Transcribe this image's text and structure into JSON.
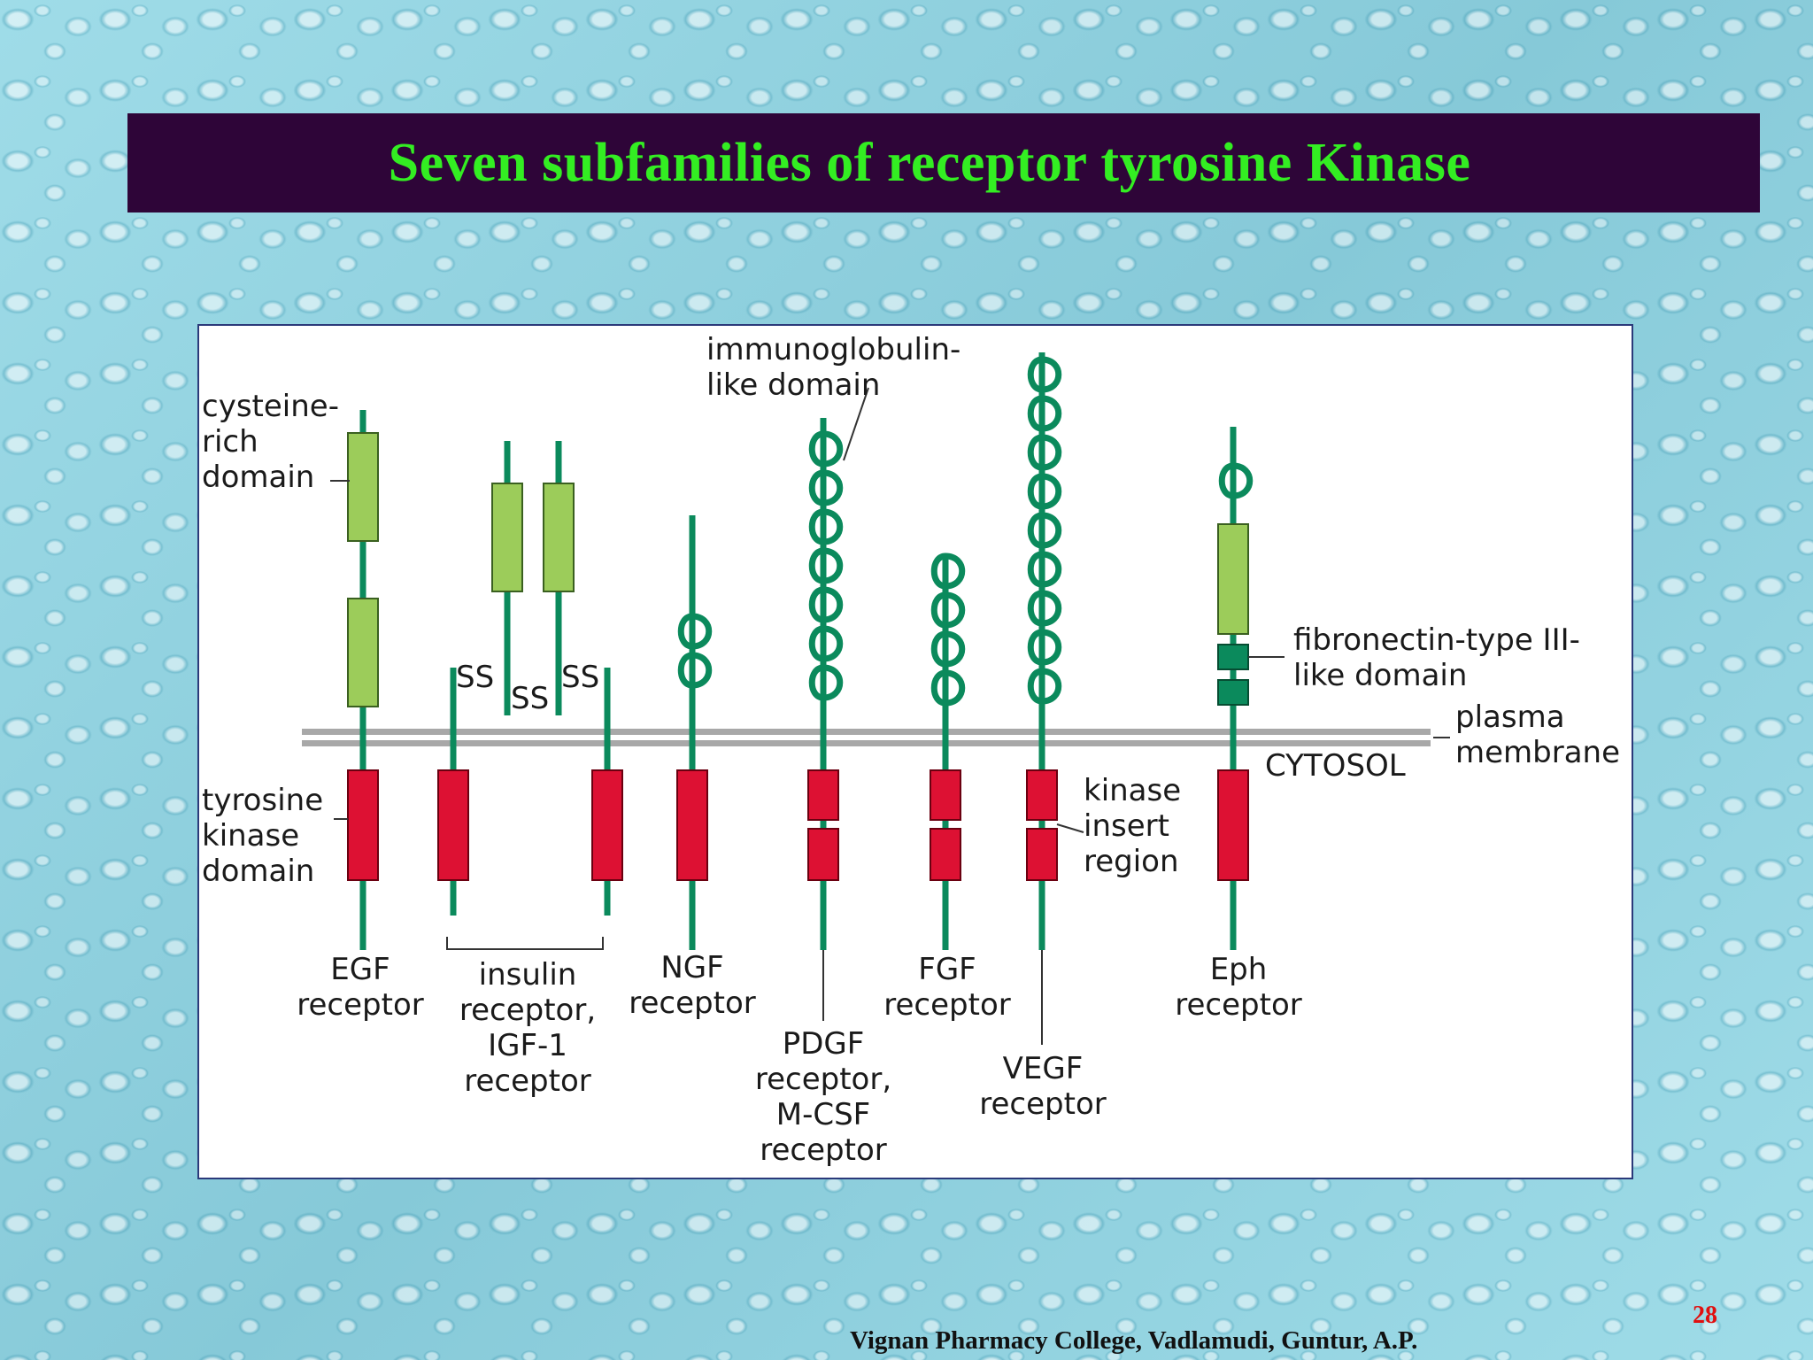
{
  "slide": {
    "title": "Seven subfamilies of receptor tyrosine Kinase",
    "footer": "Vignan Pharmacy College, Vadlamudi, Guntur, A.P.",
    "page_number": "28"
  },
  "diagram": {
    "labels": {
      "cysteine1": "cysteine-",
      "cysteine2": "rich",
      "cysteine3": "domain",
      "immuno1": "immunoglobulin-",
      "immuno2": "like domain",
      "ss1": "SS",
      "ss2": "SS",
      "ss3": "SS",
      "fibro1": "fibronectin-type III-",
      "fibro2": "like domain",
      "plasma1": "plasma",
      "plasma2": "membrane",
      "cytosol": "CYTOSOL",
      "tyrosine1": "tyrosine",
      "tyrosine2": "kinase",
      "tyrosine3": "domain",
      "kinase1": "kinase",
      "kinase2": "insert",
      "kinase3": "region"
    },
    "receptors": {
      "egf": [
        "EGF",
        "receptor"
      ],
      "insulin": [
        "insulin",
        "receptor,",
        "IGF-1",
        "receptor"
      ],
      "ngf": [
        "NGF",
        "receptor"
      ],
      "pdgf": [
        "PDGF",
        "receptor,",
        "M-CSF",
        "receptor"
      ],
      "fgf": [
        "FGF",
        "receptor"
      ],
      "vegf": [
        "VEGF",
        "receptor"
      ],
      "eph": [
        "Eph",
        "receptor"
      ]
    },
    "colors": {
      "stem": "#0b8a5c",
      "cysteine_domain": "#9ccc5a",
      "kinase_domain": "#dd1133",
      "fibronectin_domain": "#0b8a5c",
      "membrane": "#a8a8a8"
    }
  }
}
